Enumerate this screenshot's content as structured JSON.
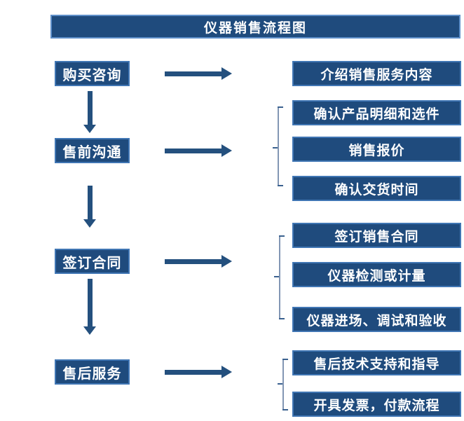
{
  "title": "仪器销售流程图",
  "colors": {
    "box_fill": "#1f4b7d",
    "box_border": "#4076b4",
    "title_border": "#5e8fc9",
    "arrow": "#24507e",
    "bracket": "#8296b4",
    "text": "#ffffff",
    "background": "#ffffff"
  },
  "flow": {
    "stages": [
      {
        "label": "购买咨询",
        "outputs": [
          "介绍销售服务内容"
        ]
      },
      {
        "label": "售前沟通",
        "outputs": [
          "确认产品明细和选件",
          "销售报价",
          "确认交货时间"
        ]
      },
      {
        "label": "签订合同",
        "outputs": [
          "签订销售合同",
          "仪器检测或计量",
          "仪器进场、调试和验收"
        ]
      },
      {
        "label": "售后服务",
        "outputs": [
          "售后技术支持和指导",
          "开具发票，付款流程"
        ]
      }
    ]
  }
}
